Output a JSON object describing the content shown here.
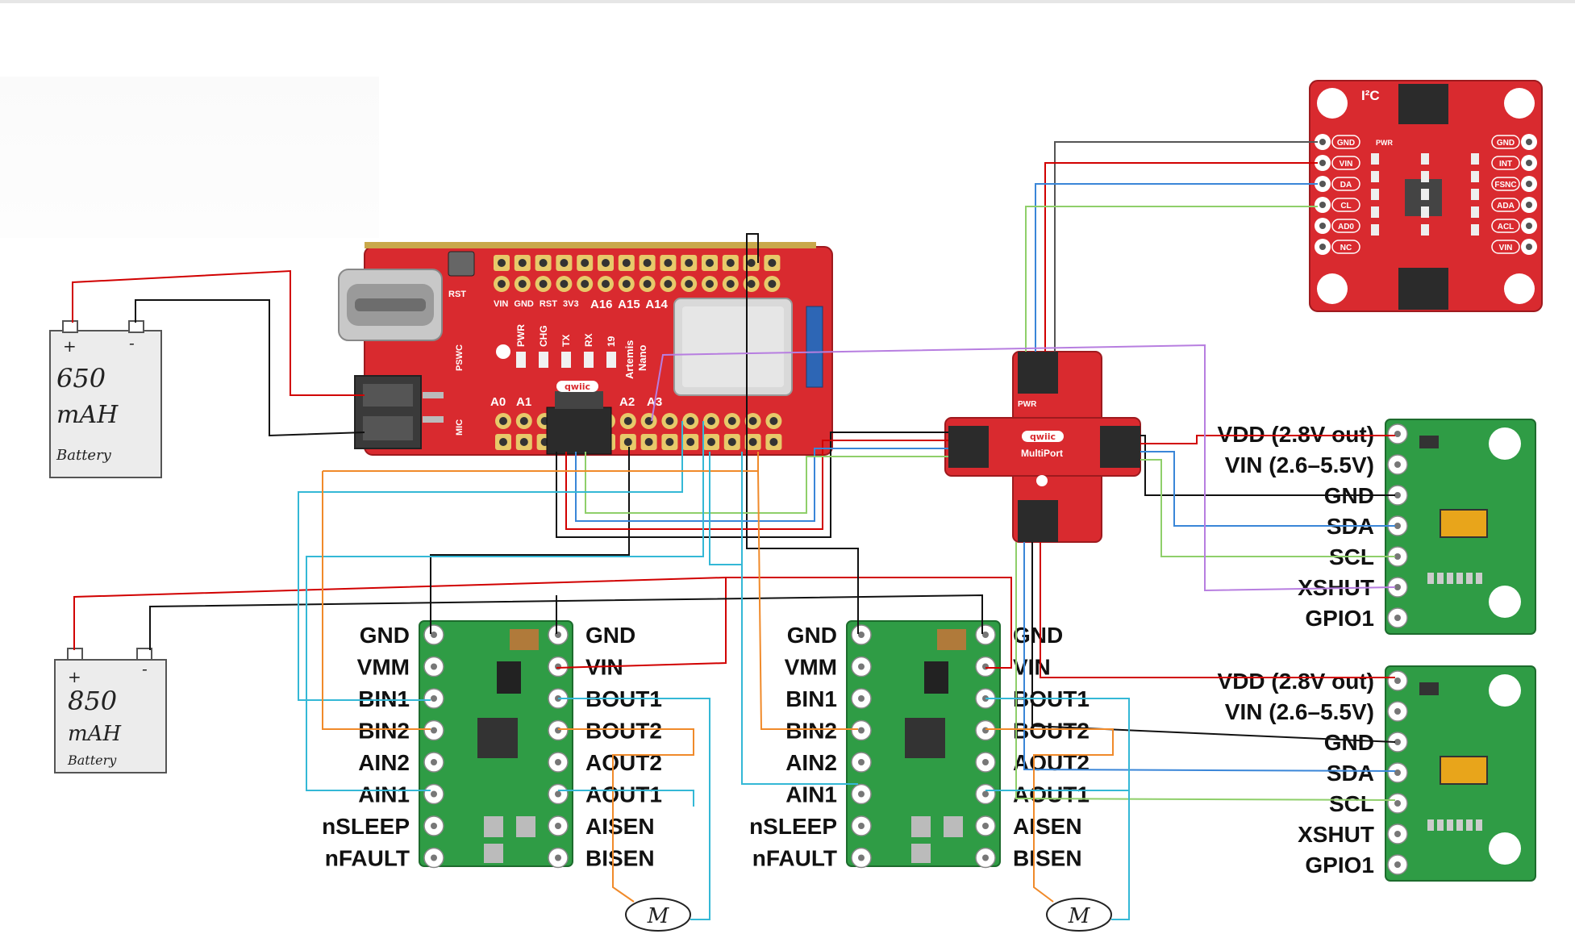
{
  "batteries": [
    {
      "plus": "+",
      "minus": "-",
      "capacity": "650",
      "unit": "mAH",
      "label": "Battery"
    },
    {
      "plus": "+",
      "minus": "-",
      "capacity": "850",
      "unit": "mAH",
      "label": "Battery"
    }
  ],
  "artemis": {
    "top_pins": [
      "VIN",
      "GND",
      "RST",
      "3V3",
      "A16",
      "A15",
      "A14"
    ],
    "bottom_pins": [
      "A0",
      "A1",
      "A2",
      "A3"
    ],
    "leds": [
      "PWR",
      "CHG",
      "TX",
      "RX",
      "19"
    ],
    "name_line1": "Artemis",
    "name_line2": "Nano",
    "rst_button": "RST",
    "pswc": "PSWC",
    "mic": "MIC",
    "qwiic": "qwiic"
  },
  "multiport": {
    "title": "MultiPort",
    "qwiic": "qwiic",
    "pwr": "PWR"
  },
  "imu": {
    "header": "I²C",
    "left_pins": [
      "GND",
      "VIN",
      "DA",
      "CL",
      "AD0",
      "NC"
    ],
    "right_pins": [
      "GND",
      "INT",
      "FSNC",
      "ADA",
      "ACL",
      "VIN"
    ],
    "pwr": "PWR"
  },
  "tof_sensors": [
    {
      "pins": [
        "VDD (2.8V out)",
        "VIN (2.6–5.5V)",
        "GND",
        "SDA",
        "SCL",
        "XSHUT",
        "GPIO1"
      ]
    },
    {
      "pins": [
        "VDD (2.8V out)",
        "VIN (2.6–5.5V)",
        "GND",
        "SDA",
        "SCL",
        "XSHUT",
        "GPIO1"
      ]
    }
  ],
  "motor_drivers": [
    {
      "left_pins": [
        "GND",
        "VMM",
        "BIN1",
        "BIN2",
        "AIN2",
        "AIN1",
        "nSLEEP",
        "nFAULT"
      ],
      "right_pins": [
        "GND",
        "VIN",
        "BOUT1",
        "BOUT2",
        "AOUT2",
        "AOUT1",
        "AISEN",
        "BISEN"
      ]
    },
    {
      "left_pins": [
        "GND",
        "VMM",
        "BIN1",
        "BIN2",
        "AIN2",
        "AIN1",
        "nSLEEP",
        "nFAULT"
      ],
      "right_pins": [
        "GND",
        "VIN",
        "BOUT1",
        "BOUT2",
        "AOUT2",
        "AOUT1",
        "AISEN",
        "BISEN"
      ]
    }
  ],
  "motors": [
    {
      "label": "M"
    },
    {
      "label": "M"
    }
  ],
  "colors": {
    "sparkfun_red": "#d92a2f",
    "pololu_green": "#2f9c45",
    "wire_red": "#d10000",
    "wire_black": "#111111",
    "wire_blue": "#3a86d8",
    "wire_green": "#8fcf6a",
    "wire_cyan": "#34b8d6",
    "wire_orange": "#f08a2a",
    "wire_purple": "#b77ee0"
  }
}
